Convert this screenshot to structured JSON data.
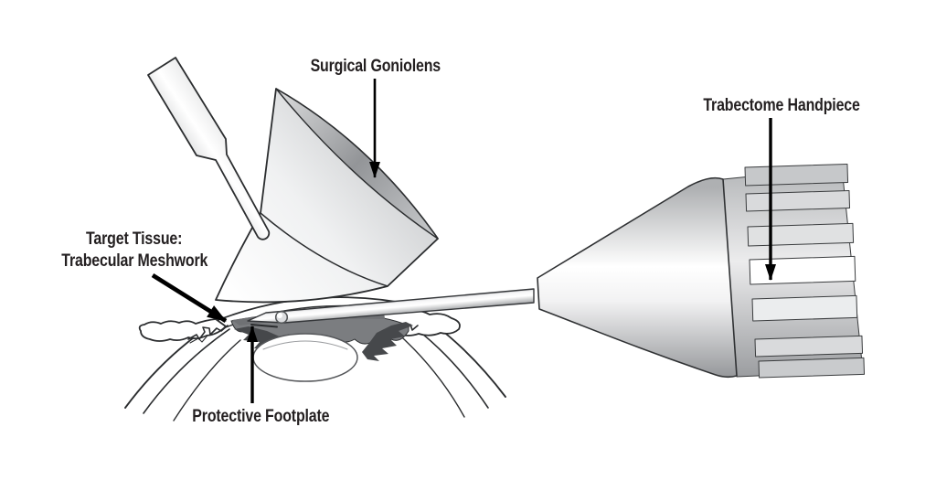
{
  "figure": {
    "labels": {
      "surgical_goniolens": "Surgical Goniolens",
      "trabectome_handpiece": "Trabectome Handpiece",
      "target_tissue": {
        "line1": "Target Tissue:",
        "line2": "Trabecular Meshwork"
      },
      "protective_footplate": "Protective Footplate"
    },
    "colors": {
      "background": "#ffffff",
      "ink": "#231f20",
      "arrow": "#000000",
      "metal_highlight": "#ffffff",
      "metal_mid": "#d1d3d4",
      "metal_shadow": "#939598",
      "iris": "#7b7d80",
      "ciliary_dark": "#46484b",
      "trabecular_meshwork_band": "#6f7174"
    }
  }
}
